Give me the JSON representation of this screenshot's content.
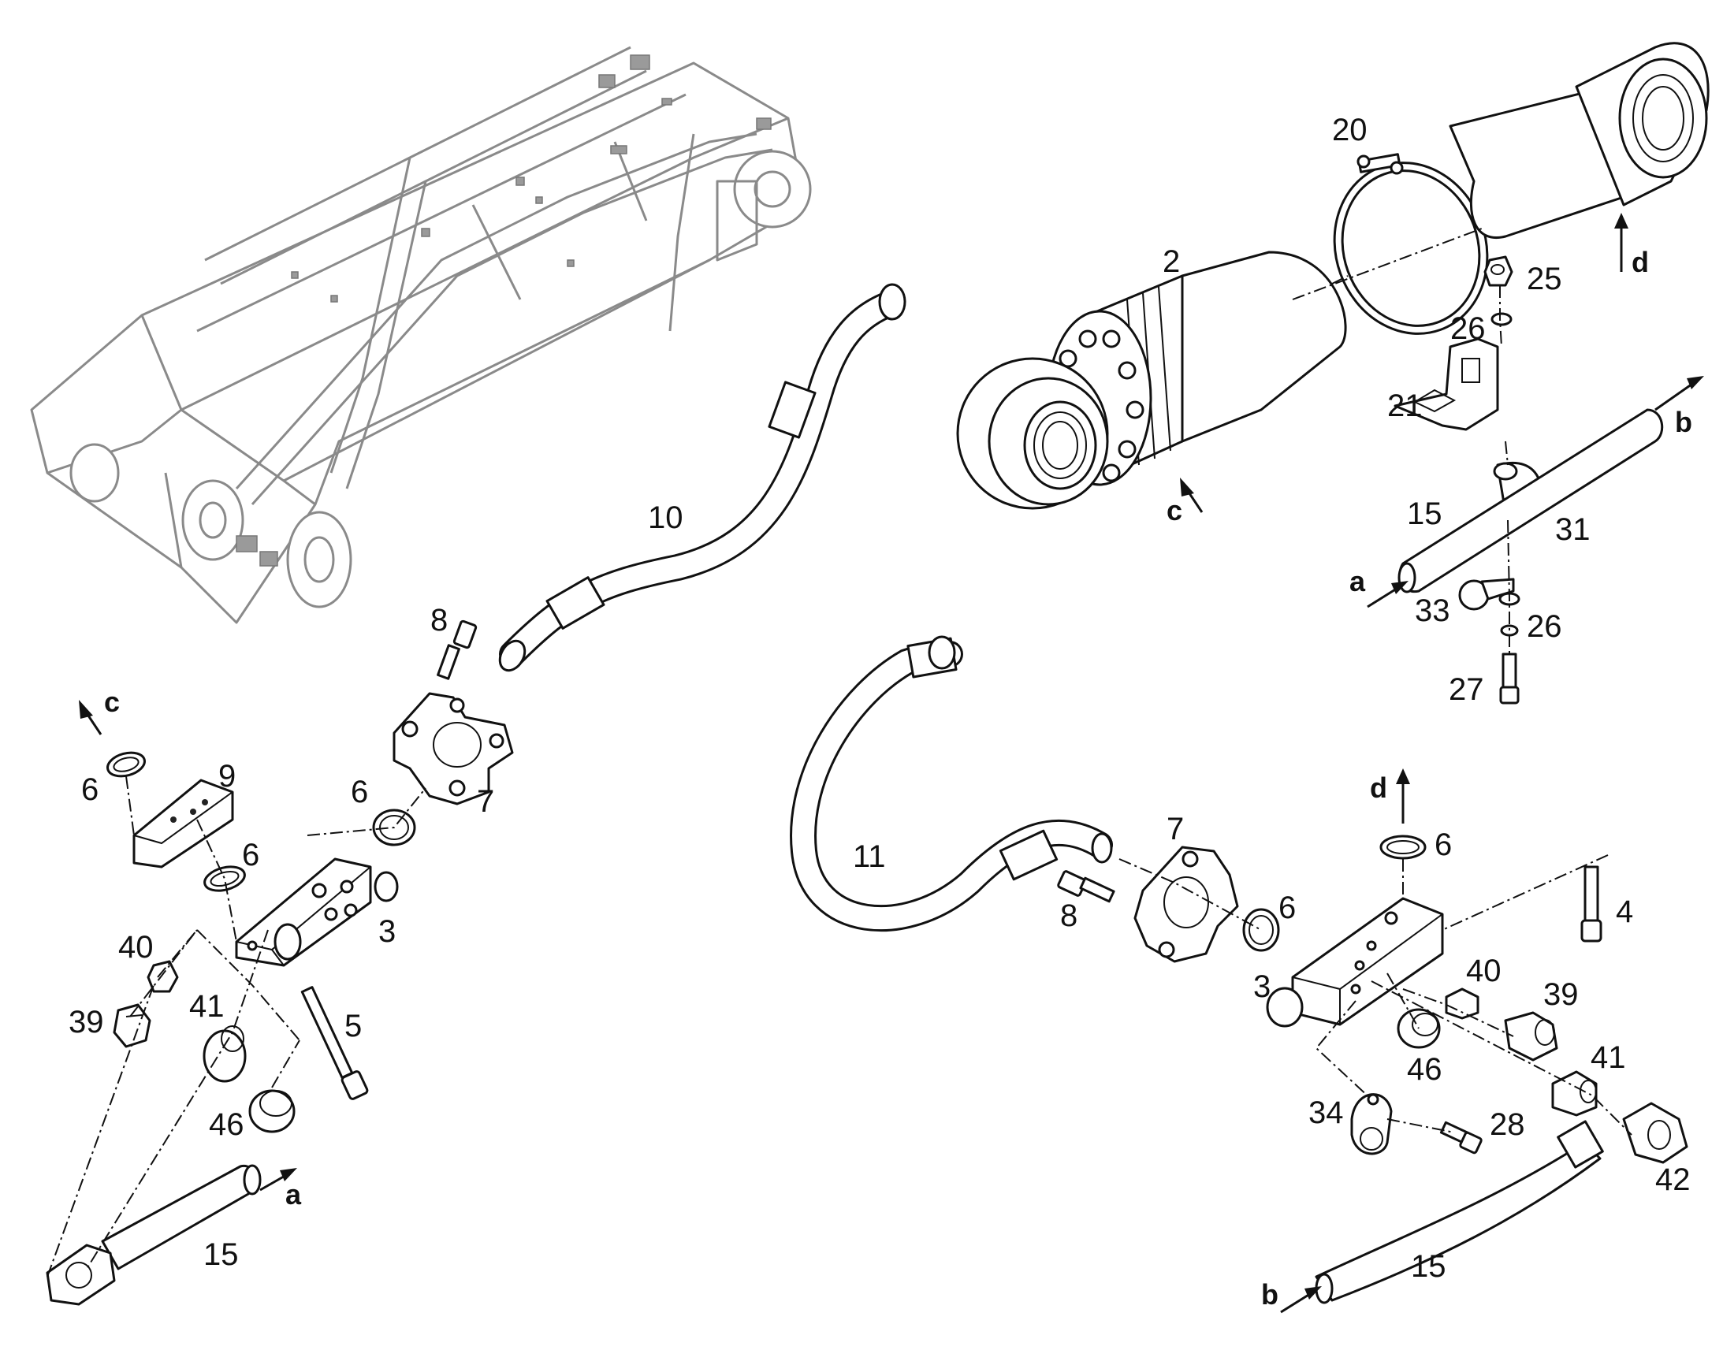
{
  "part_labels": {
    "p2": "2",
    "p3a": "3",
    "p3b": "3",
    "p4": "4",
    "p5": "5",
    "p6a": "6",
    "p6b": "6",
    "p6c": "6",
    "p6d": "6",
    "p6e": "6",
    "p7a": "7",
    "p7b": "7",
    "p8a": "8",
    "p8b": "8",
    "p9": "9",
    "p10": "10",
    "p11": "11",
    "p15a": "15",
    "p15b": "15",
    "p15c": "15",
    "p20": "20",
    "p21": "21",
    "p25": "25",
    "p26a": "26",
    "p26b": "26",
    "p27": "27",
    "p28": "28",
    "p31": "31",
    "p33": "33",
    "p34": "34",
    "p39a": "39",
    "p39b": "39",
    "p40a": "40",
    "p40b": "40",
    "p41a": "41",
    "p41b": "41",
    "p42": "42",
    "p46a": "46",
    "p46b": "46"
  },
  "connection_markers": {
    "c1": "c",
    "c2": "c",
    "d1": "d",
    "d2": "d",
    "a1": "a",
    "a2": "a",
    "b1": "b",
    "b2": "b"
  },
  "colors": {
    "line": "#111111",
    "context_gray": "#8a8a8a",
    "background": "#ffffff"
  }
}
